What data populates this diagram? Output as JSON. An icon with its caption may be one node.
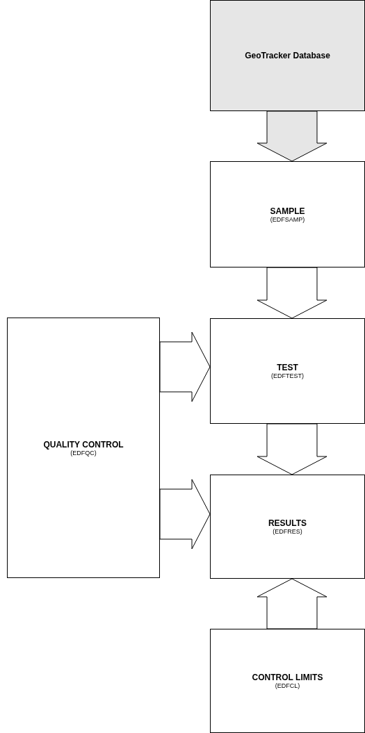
{
  "diagram": {
    "nodes": [
      {
        "text": [
          "GeoTracker Database"
        ]
      },
      {
        "text": [
          "SAMPLE",
          "(EDFSAMP)"
        ]
      },
      {
        "text": [
          "TEST",
          "(EDFTEST)"
        ]
      },
      {
        "text": [
          "QUALITY CONTROL",
          "(EDFQC)"
        ]
      },
      {
        "text": [
          "RESULTS",
          "(EDFRES)"
        ]
      },
      {
        "text": [
          "CONTROL LIMITS",
          "(EDFCL)"
        ]
      }
    ],
    "edges": [
      {
        "from": 0,
        "to": 1,
        "arrow": "to",
        "color": "#e6e6e6"
      },
      {
        "from": 1,
        "to": 2,
        "arrow": "to"
      },
      {
        "from": 2,
        "to": 4,
        "arrow": "to"
      },
      {
        "from": 3,
        "to": 2,
        "arrow": "to"
      },
      {
        "from": 3,
        "to": 4,
        "arrow": "to"
      },
      {
        "from": 5,
        "to": 4,
        "arrow": "to"
      }
    ]
  }
}
